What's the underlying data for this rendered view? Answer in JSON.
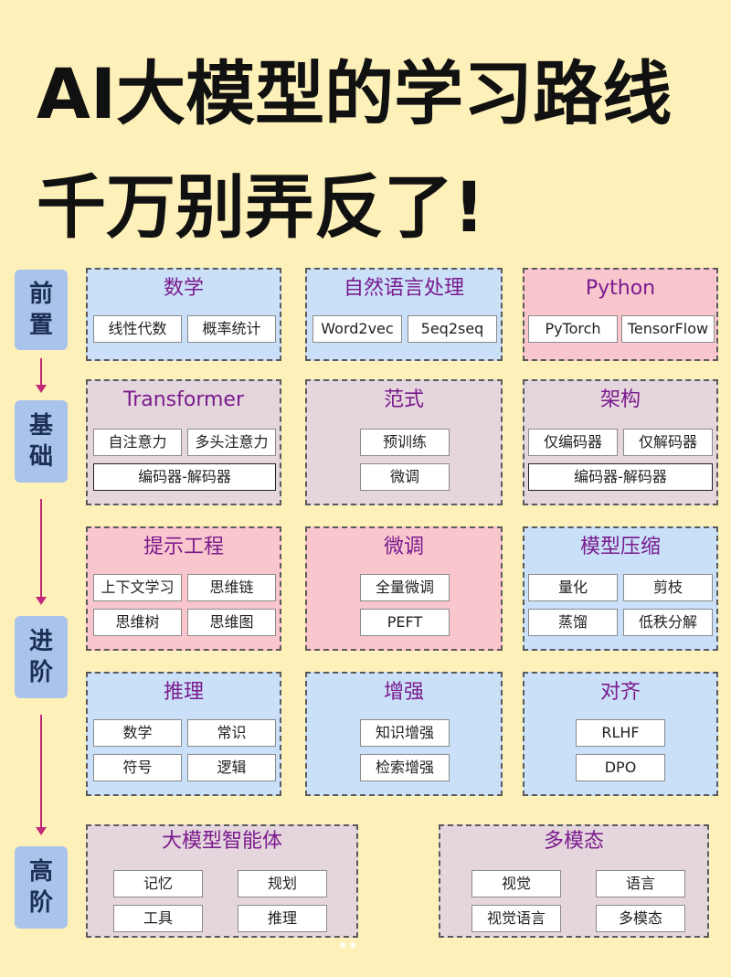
{
  "title": {
    "line1": "AI大模型的学习路线",
    "line2": "千万别弄反了!"
  },
  "stages": [
    "前置",
    "基础",
    "进阶",
    "高阶"
  ],
  "cards": {
    "math": {
      "title": "数学",
      "items": [
        "线性代数",
        "概率统计"
      ]
    },
    "nlp": {
      "title": "自然语言处理",
      "items": [
        "Word2vec",
        "5eq2seq"
      ]
    },
    "python": {
      "title": "Python",
      "items": [
        "PyTorch",
        "TensorFlow"
      ]
    },
    "transformer": {
      "title": "Transformer",
      "items": [
        "自注意力",
        "多头注意力",
        "编码器-解码器"
      ]
    },
    "paradigm": {
      "title": "范式",
      "items": [
        "预训练",
        "微调"
      ]
    },
    "arch": {
      "title": "架构",
      "items": [
        "仅编码器",
        "仅解码器",
        "编码器-解码器"
      ]
    },
    "prompt": {
      "title": "提示工程",
      "items": [
        "上下文学习",
        "思维链",
        "思维树",
        "思维图"
      ]
    },
    "finetune": {
      "title": "微调",
      "items": [
        "全量微调",
        "PEFT"
      ]
    },
    "compress": {
      "title": "模型压缩",
      "items": [
        "量化",
        "剪枝",
        "蒸馏",
        "低秩分解"
      ]
    },
    "reasoning": {
      "title": "推理",
      "items": [
        "数学",
        "常识",
        "符号",
        "逻辑"
      ]
    },
    "enhance": {
      "title": "增强",
      "items": [
        "知识增强",
        "检索增强"
      ]
    },
    "align": {
      "title": "对齐",
      "items": [
        "RLHF",
        "DPO"
      ]
    },
    "agent": {
      "title": "大模型智能体",
      "items": [
        "记忆",
        "规划",
        "工具",
        "推理"
      ]
    },
    "multimodal": {
      "title": "多模态",
      "items": [
        "视觉",
        "语言",
        "视觉语言",
        "多模态"
      ]
    }
  },
  "colors": {
    "background": "#fdf1b9",
    "blue": "#c9e0f8",
    "pink": "#f9c6cd",
    "mauve": "#e5d5dc",
    "title_accent": "#7a1b8e",
    "stage": "#a9c3ea",
    "arrow": "#c2287a"
  }
}
